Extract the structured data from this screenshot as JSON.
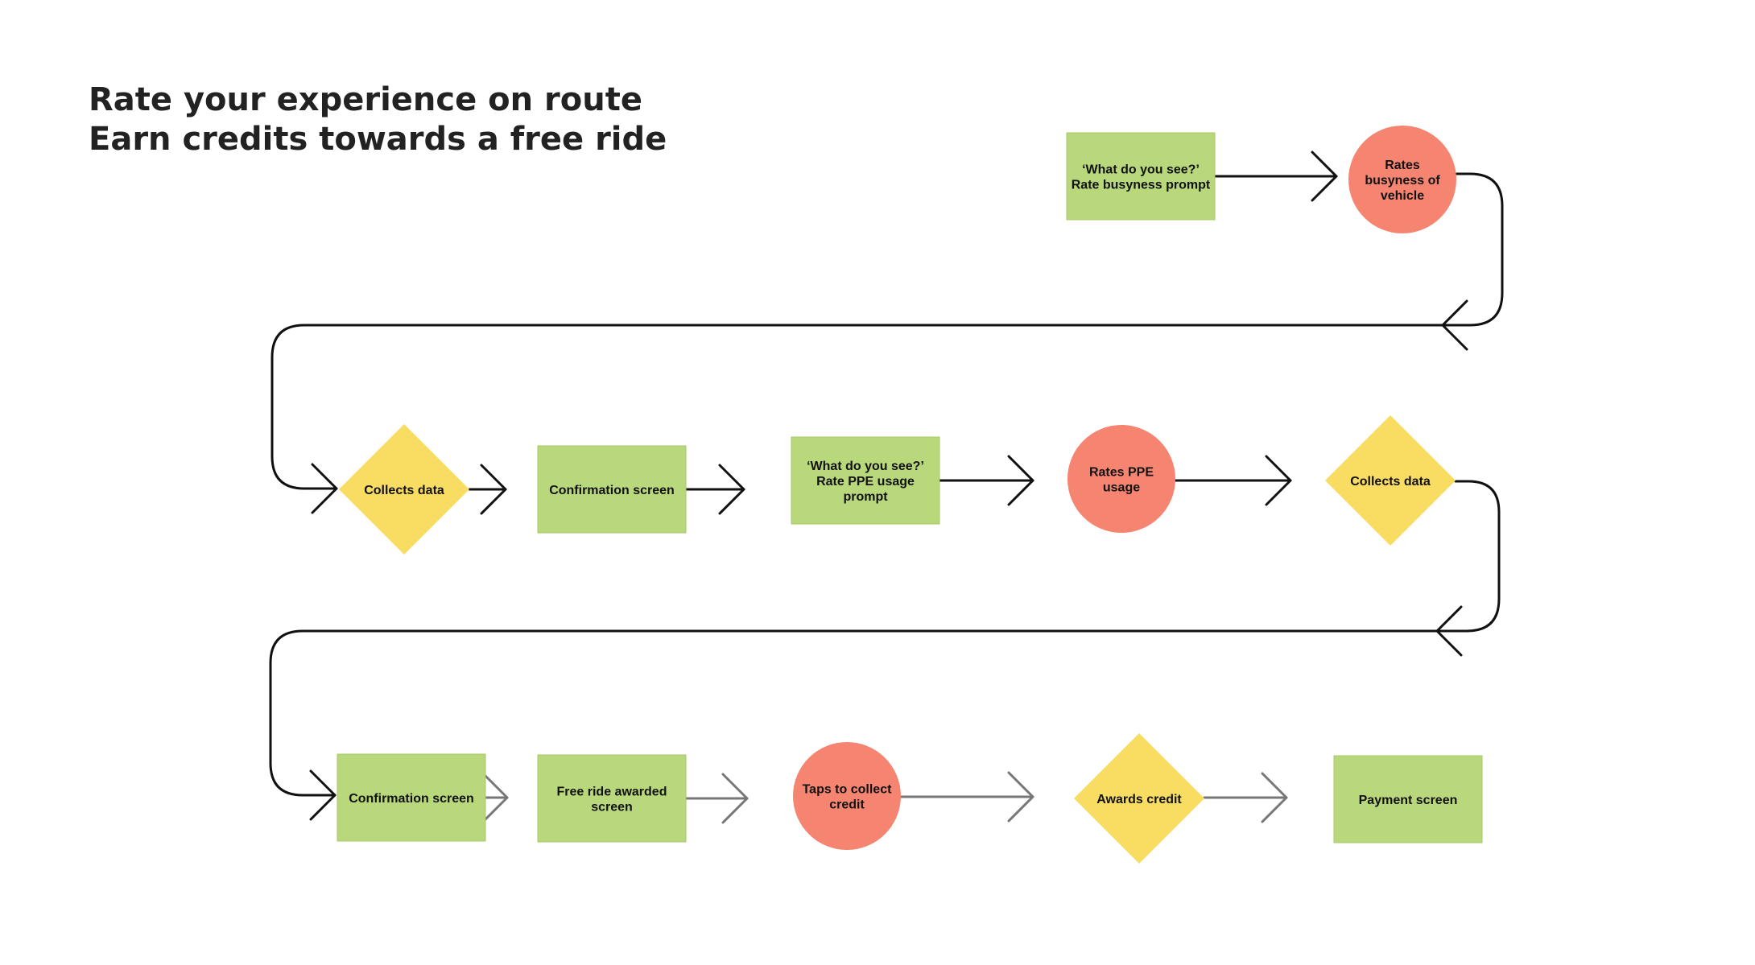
{
  "title": {
    "line1": "Rate your experience on route",
    "line2": "Earn credits towards a free ride"
  },
  "colors": {
    "screen": "#b9d87b",
    "action": "#f58471",
    "system": "#f9dc62",
    "connector": "#111111",
    "connector_light": "#777777",
    "title": "#222222"
  },
  "legend_types": {
    "screen": "rectangle",
    "action": "circle",
    "system": "diamond"
  },
  "nodes": [
    {
      "id": "busyness-prompt",
      "type": "screen",
      "lines": [
        "‘What do you see?’",
        "Rate busyness prompt"
      ]
    },
    {
      "id": "rates-busyness",
      "type": "action",
      "lines": [
        "Rates",
        "busyness of",
        "vehicle"
      ]
    },
    {
      "id": "collects-data-1",
      "type": "system",
      "lines": [
        "Collects data"
      ]
    },
    {
      "id": "confirmation-screen-1",
      "type": "screen",
      "lines": [
        "Confirmation screen"
      ]
    },
    {
      "id": "ppe-prompt",
      "type": "screen",
      "lines": [
        "‘What do you see?’",
        "Rate PPE usage",
        "prompt"
      ]
    },
    {
      "id": "rates-ppe",
      "type": "action",
      "lines": [
        "Rates PPE",
        "usage"
      ]
    },
    {
      "id": "collects-data-2",
      "type": "system",
      "lines": [
        "Collects data"
      ]
    },
    {
      "id": "confirmation-screen-2",
      "type": "screen",
      "lines": [
        "Confirmation screen"
      ]
    },
    {
      "id": "free-ride-awarded",
      "type": "screen",
      "lines": [
        "Free ride awarded",
        "screen"
      ]
    },
    {
      "id": "taps-collect-credit",
      "type": "action",
      "lines": [
        "Taps to collect",
        "credit"
      ]
    },
    {
      "id": "awards-credit",
      "type": "system",
      "lines": [
        "Awards credit"
      ]
    },
    {
      "id": "payment-screen",
      "type": "screen",
      "lines": [
        "Payment screen"
      ]
    }
  ],
  "edges": [
    {
      "from": "busyness-prompt",
      "to": "rates-busyness"
    },
    {
      "from": "rates-busyness",
      "to": "collects-data-1"
    },
    {
      "from": "collects-data-1",
      "to": "confirmation-screen-1"
    },
    {
      "from": "confirmation-screen-1",
      "to": "ppe-prompt"
    },
    {
      "from": "ppe-prompt",
      "to": "rates-ppe"
    },
    {
      "from": "rates-ppe",
      "to": "collects-data-2"
    },
    {
      "from": "collects-data-2",
      "to": "confirmation-screen-2"
    },
    {
      "from": "confirmation-screen-2",
      "to": "free-ride-awarded"
    },
    {
      "from": "free-ride-awarded",
      "to": "taps-collect-credit"
    },
    {
      "from": "taps-collect-credit",
      "to": "awards-credit"
    },
    {
      "from": "awards-credit",
      "to": "payment-screen"
    }
  ]
}
